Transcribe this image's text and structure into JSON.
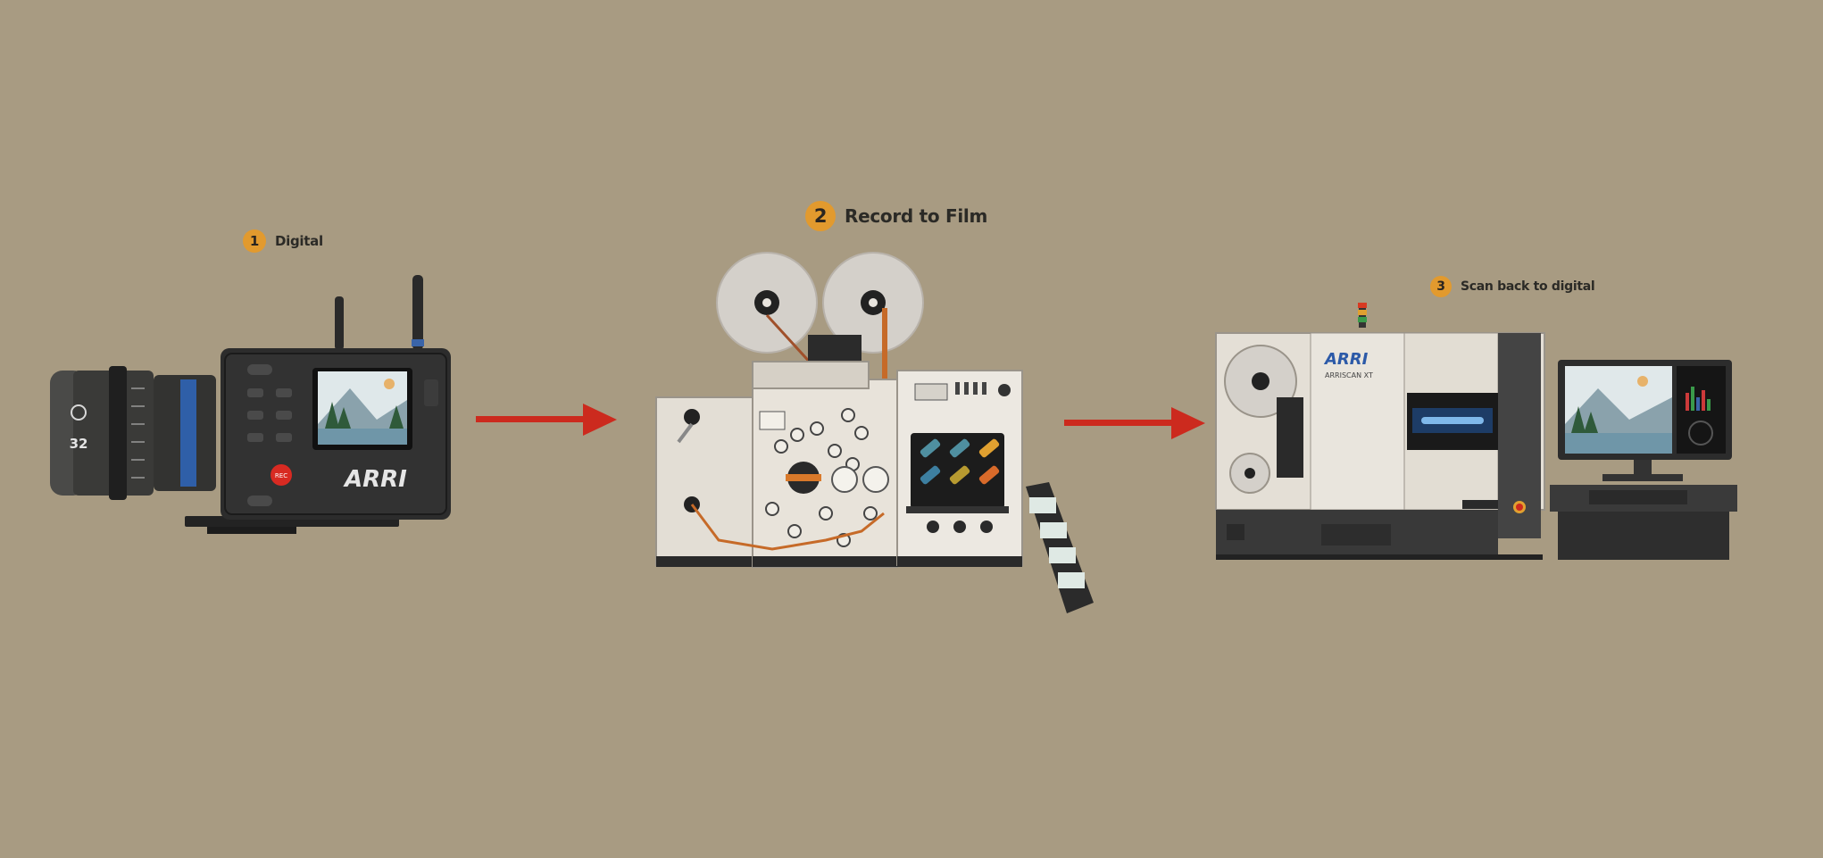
{
  "steps": [
    {
      "number": "1",
      "label": "Digital"
    },
    {
      "number": "2",
      "label": "Record to Film"
    },
    {
      "number": "3",
      "label": "Scan back to digital"
    }
  ],
  "camera": {
    "brand": "ARRI",
    "lens_number": "32",
    "rec_button": "REC"
  },
  "recorder": {},
  "scanner": {
    "brand": "ARRI",
    "model": "ARRISCAN XT"
  },
  "colors": {
    "background": "#a89b82",
    "badge": "#e29a2e",
    "arrow": "#cc2a1e",
    "machine_body": "#e4dfd6",
    "camera_body": "#2c2c2c"
  },
  "icons": [
    "camera-icon",
    "film-recorder-icon",
    "film-scanner-icon",
    "arrow-right-icon"
  ]
}
